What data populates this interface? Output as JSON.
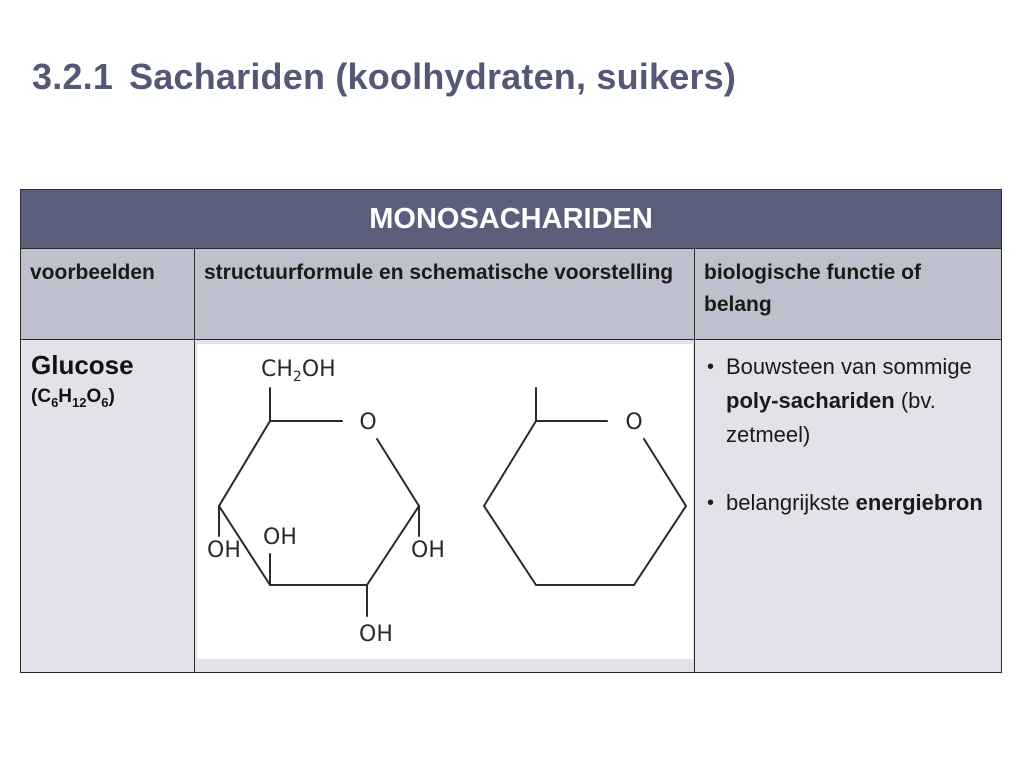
{
  "slide": {
    "section_number": "3.2.1",
    "title": "Sachariden (koolhydraten, suikers)"
  },
  "table": {
    "heading": "MONOSACHARIDEN",
    "columns": [
      "voorbeelden",
      "structuurformule en schematische voorstelling",
      "biologische functie of belang"
    ],
    "row": {
      "example_name": "Glucose",
      "formula": {
        "c": "C",
        "c_n": "6",
        "h": "H",
        "h_n": "12",
        "o": "O",
        "o_n": "6"
      },
      "structure": {
        "ch2oh": {
          "main": "CH",
          "sub": "2",
          "end": "OH"
        },
        "ring_oxygen": "O",
        "oh": "OH",
        "schematic_oxygen": "O"
      },
      "functions": [
        {
          "pre": "Bouwsteen van sommige ",
          "bold": "poly-sachariden",
          "post": " (bv. zetmeel)"
        },
        {
          "pre": "belangrijkste ",
          "bold": "energiebron",
          "post": ""
        }
      ]
    }
  }
}
